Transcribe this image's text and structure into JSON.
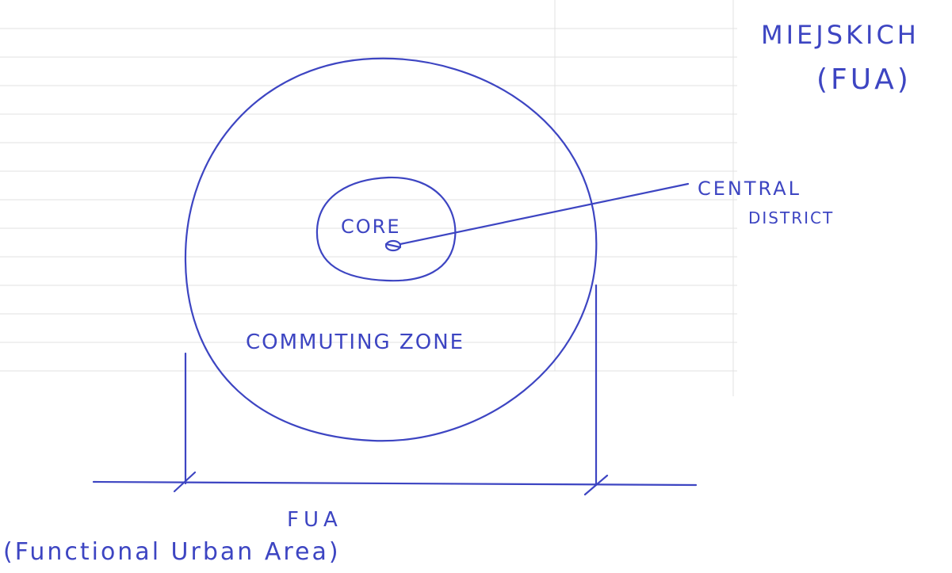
{
  "diagram": {
    "title_line1": "MIEJSKICH",
    "title_line2": "(FUA)",
    "label_core": "CORE",
    "label_central": "CENTRAL",
    "label_district": "DISTRICT",
    "label_commuting": "COMMUTING ZONE",
    "label_fua": "FUA",
    "label_fua_full": "(Functional Urban Area)"
  },
  "colors": {
    "ink": "#3d45c2",
    "paper": "#ffffff",
    "bleed": "#c8c8c8"
  }
}
